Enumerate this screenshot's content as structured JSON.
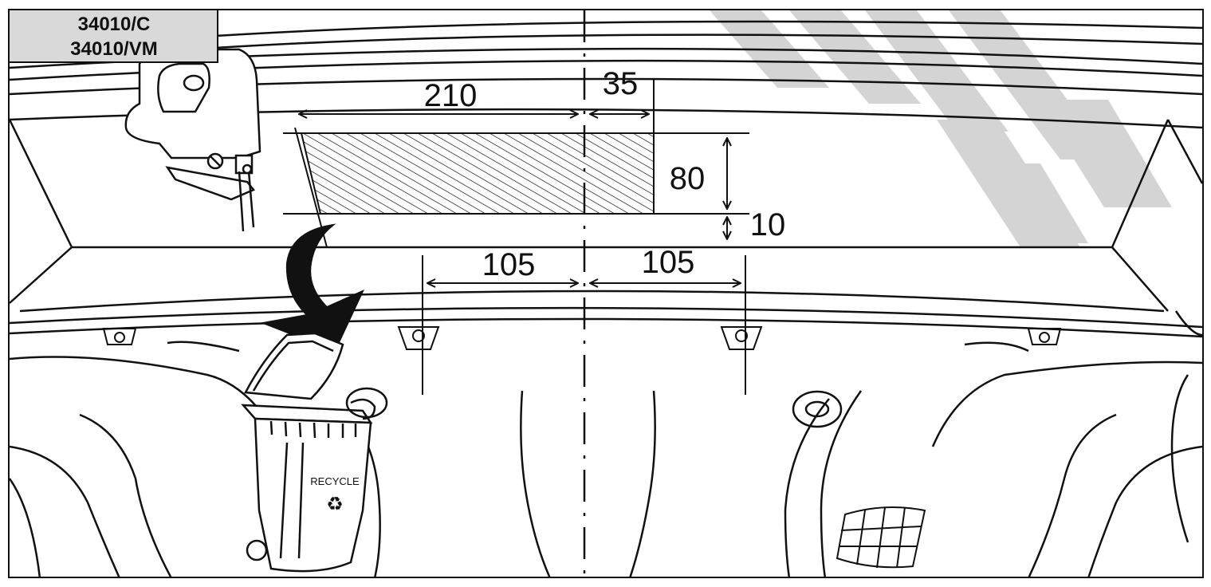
{
  "part_codes": [
    "34010/C",
    "34010/VM"
  ],
  "dimensions": {
    "cut_width_left": "210",
    "cut_width_right": "35",
    "cut_height": "80",
    "edge_offset": "10",
    "spacing_left": "105",
    "spacing_right": "105"
  },
  "bin_label": "RECYCLE",
  "watermark_color": "#d4d4d4",
  "icons": [
    "jigsaw-icon",
    "recycle-bin-icon",
    "curved-arrow-icon",
    "recycle-symbol-icon"
  ]
}
